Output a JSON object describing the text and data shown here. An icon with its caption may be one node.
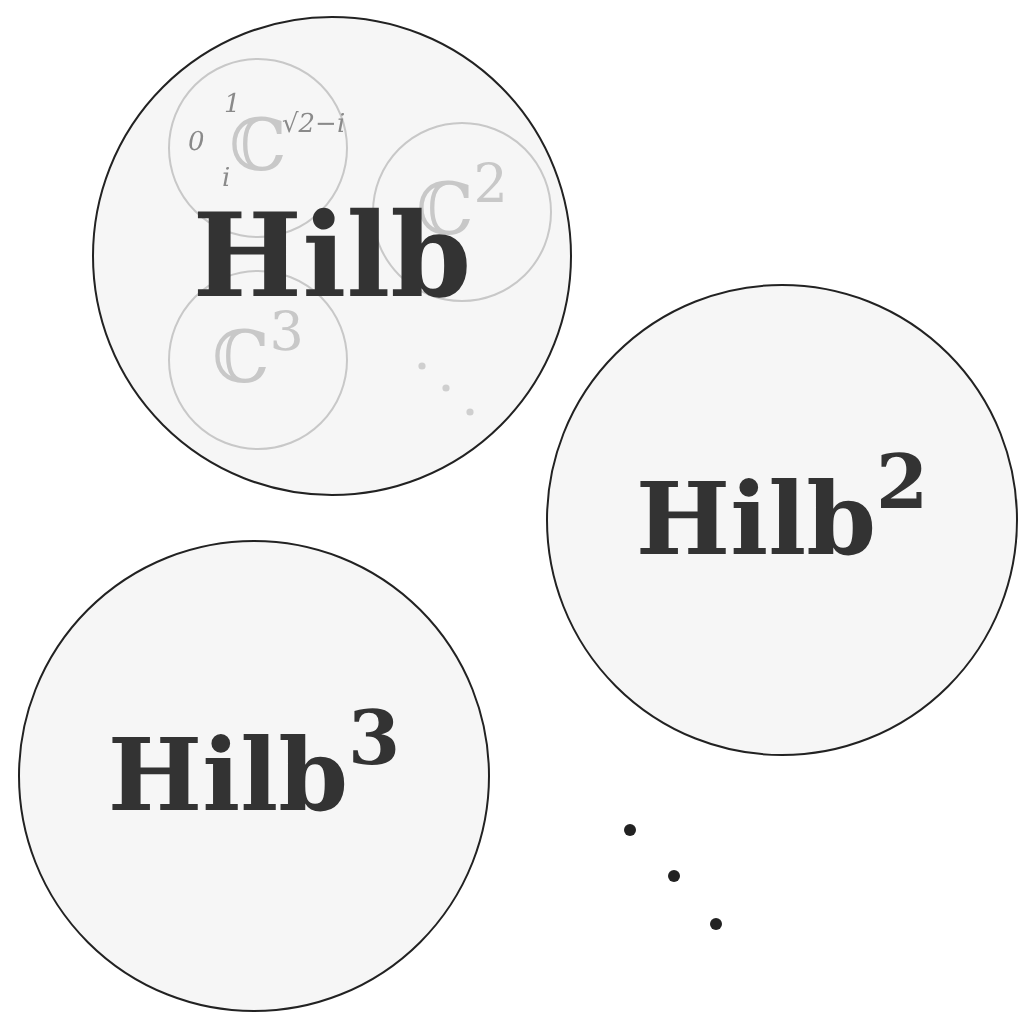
{
  "diagram": {
    "nodes": [
      {
        "text": [
          "Hilb"
        ]
      },
      {
        "text": [
          "ℂ"
        ],
        "in": 0
      },
      {
        "text": [
          "ℂ$^{2}$"
        ],
        "in": 0
      },
      {
        "text": [
          "ℂ$^{3}$"
        ],
        "in": 0
      },
      {
        "text": [
          "Hilb$^{2}$"
        ]
      },
      {
        "text": [
          "Hilb$^{3}$"
        ]
      }
    ],
    "labels": [
      "1",
      "0",
      "√2−i",
      "i"
    ]
  }
}
